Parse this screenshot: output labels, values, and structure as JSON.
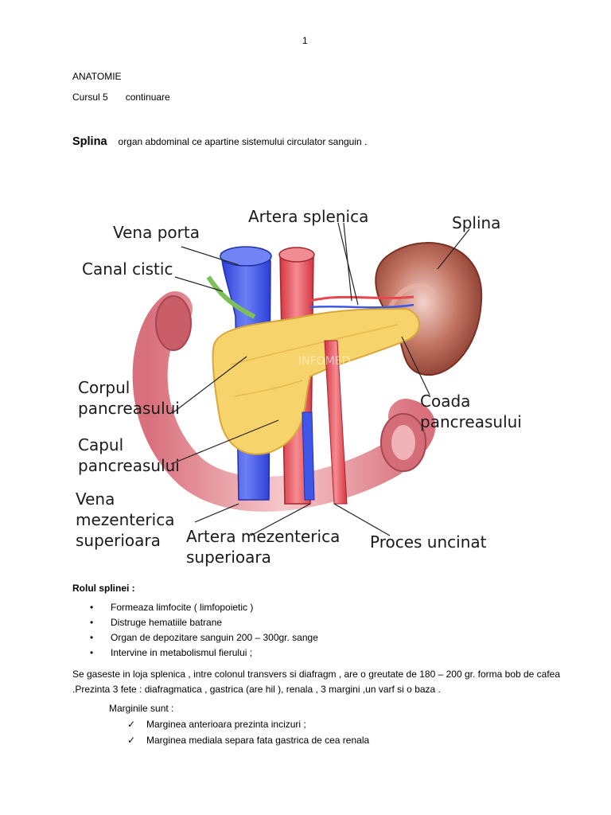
{
  "page_number": "1",
  "header": {
    "subject": "ANATOMIE",
    "course": "Cursul 5",
    "course_note": "continuare"
  },
  "intro": {
    "term": "Splina",
    "definition": "organ abdominal ce apartine sistemului circulator sanguin ."
  },
  "figure": {
    "labels": {
      "vena_porta": "Vena porta",
      "artera_splenica": "Artera splenica",
      "splina": "Splina",
      "canal_cistic": "Canal cistic",
      "corpul": "Corpul\npancreasului",
      "coada": "Coada\npancreasului",
      "capul": "Capul\npancreasului",
      "vena_mez": "Vena\nmezenterica\nsuperioara",
      "artera_mez": "Artera mezenterica\nsuperioara",
      "proces": "Proces uncinat"
    },
    "watermark": "INFOMED"
  },
  "roles": {
    "title": "Rolul splinei :",
    "items": [
      "Formeaza limfocite  ( limfopoietic  )",
      "Distruge hematiile batrane",
      "Organ de depozitare sanguin   200 – 300gr. sange",
      "Intervine in metabolismul fierului ;"
    ]
  },
  "paragraph": "Se gaseste in loja splenica , intre colonul transvers si diafragm , are o greutate de  180 – 200 gr. forma bob de cafea .Prezinta 3 fete  : diafragmatica , gastrica (are  hil ), renala , 3 margini ,un varf si o baza .",
  "margins": {
    "title": "Marginile sunt :",
    "items": [
      "Marginea anterioara prezinta incizuri ;",
      "Marginea  mediala separa fata gastrica de cea renala"
    ]
  },
  "glyphs": {
    "bullet": "•",
    "check": "✓"
  },
  "colors": {
    "vein": "#3f57e8",
    "artery": "#e8464f",
    "pancreas": "#f7d36b",
    "spleen": "#9c4a3a",
    "duodenum": "#e9a0a6"
  }
}
